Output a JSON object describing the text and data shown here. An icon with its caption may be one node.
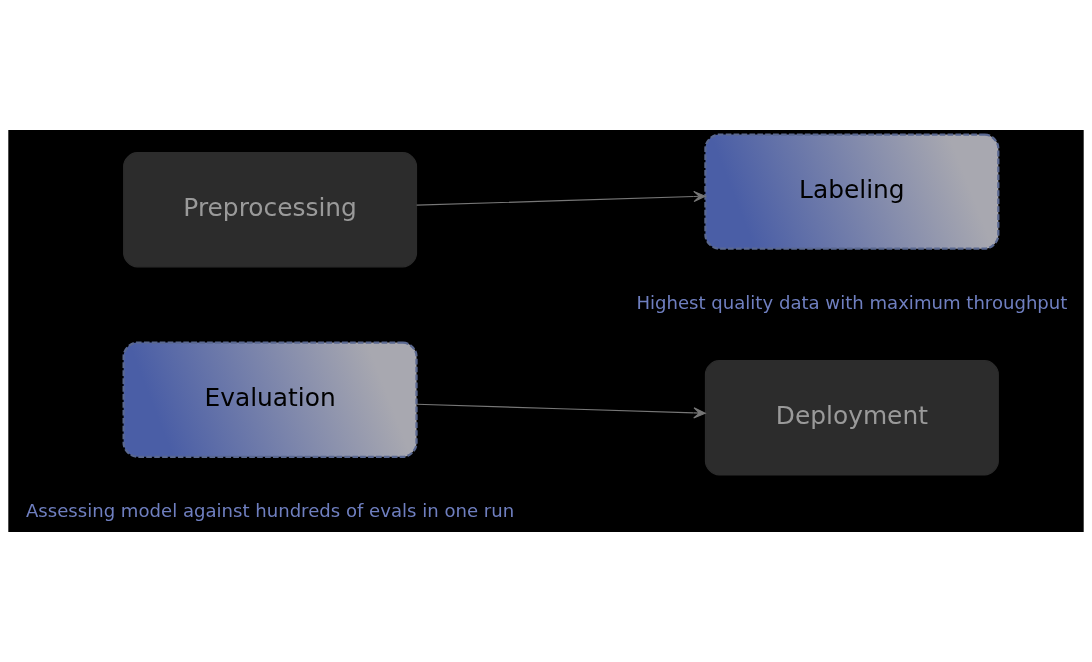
{
  "diagram": {
    "nodes": [
      {
        "text": [
          "Preprocessing"
        ]
      },
      {
        "text": [
          "Labeling"
        ],
        "beside": [
          "Highest quality data with maximum throughput"
        ]
      },
      {
        "text": [
          "Evaluation"
        ],
        "beside": [
          "Assessing model against hundreds of evals in one run"
        ]
      },
      {
        "text": [
          "Deployment"
        ]
      }
    ],
    "edges": [
      {
        "from": 0,
        "to": 1,
        "arrow": "to"
      },
      {
        "from": 2,
        "to": 3,
        "arrow": "to"
      }
    ]
  }
}
